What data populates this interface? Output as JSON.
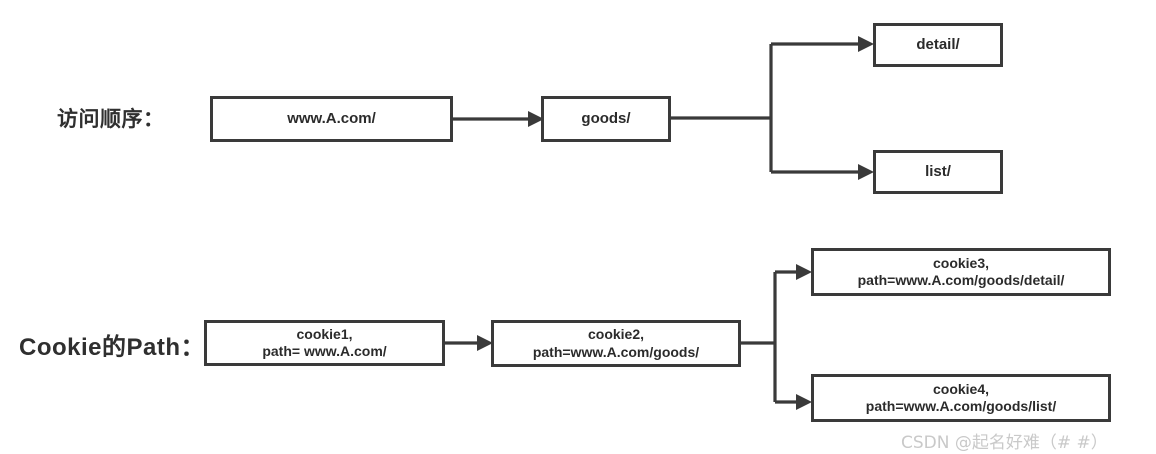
{
  "diagram": {
    "rows": [
      {
        "id": "visit-order",
        "label": "访问顺序：",
        "nodes": [
          {
            "id": "root",
            "lines": [
              "www.A.com/"
            ]
          },
          {
            "id": "goods",
            "lines": [
              "goods/"
            ]
          },
          {
            "id": "detail",
            "lines": [
              "detail/"
            ]
          },
          {
            "id": "list",
            "lines": [
              "list/"
            ]
          }
        ]
      },
      {
        "id": "cookie-path",
        "label": "Cookie的Path：",
        "nodes": [
          {
            "id": "cookie1",
            "lines": [
              "cookie1,",
              "path= www.A.com/"
            ]
          },
          {
            "id": "cookie2",
            "lines": [
              "cookie2,",
              "path=www.A.com/goods/"
            ]
          },
          {
            "id": "cookie3",
            "lines": [
              "cookie3,",
              "path=www.A.com/goods/detail/"
            ]
          },
          {
            "id": "cookie4",
            "lines": [
              "cookie4,",
              "path=www.A.com/goods/list/"
            ]
          }
        ]
      }
    ],
    "colors": {
      "stroke": "#3a3a3a",
      "text": "#2b2b2b",
      "background": "#ffffff",
      "watermark": "#c9c9c9"
    }
  },
  "watermark": {
    "text": "CSDN @起名好难（# #）"
  }
}
